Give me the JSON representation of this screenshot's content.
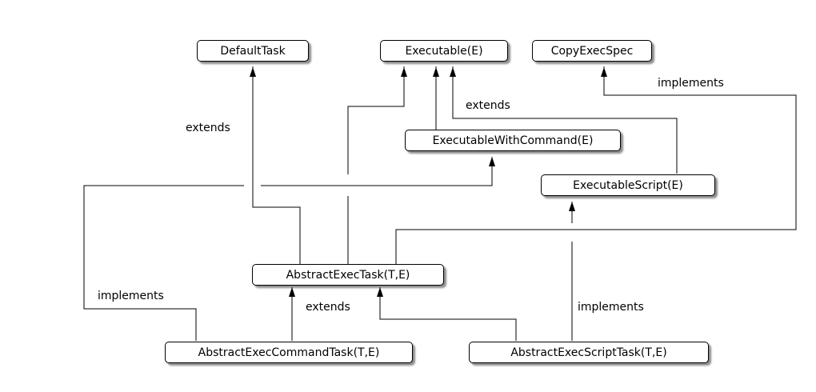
{
  "nodes": {
    "default_task": "DefaultTask",
    "executable": "Executable(E)",
    "copy_exec_spec": "CopyExecSpec",
    "executable_with_command": "ExecutableWithCommand(E)",
    "executable_script": "ExecutableScript(E)",
    "abstract_exec_task": "AbstractExecTask(T,E)",
    "abstract_exec_command_task": "AbstractExecCommandTask(T,E)",
    "abstract_exec_script_task": "AbstractExecScriptTask(T,E)"
  },
  "labels": {
    "extends_default_task": "extends",
    "extends_executable": "extends",
    "implements_copy_exec_spec": "implements",
    "implements_command": "implements",
    "extends_abstract_task": "extends",
    "implements_script": "implements"
  },
  "colors": {
    "line": "#000000",
    "box_border": "#000000",
    "background": "#ffffff"
  }
}
